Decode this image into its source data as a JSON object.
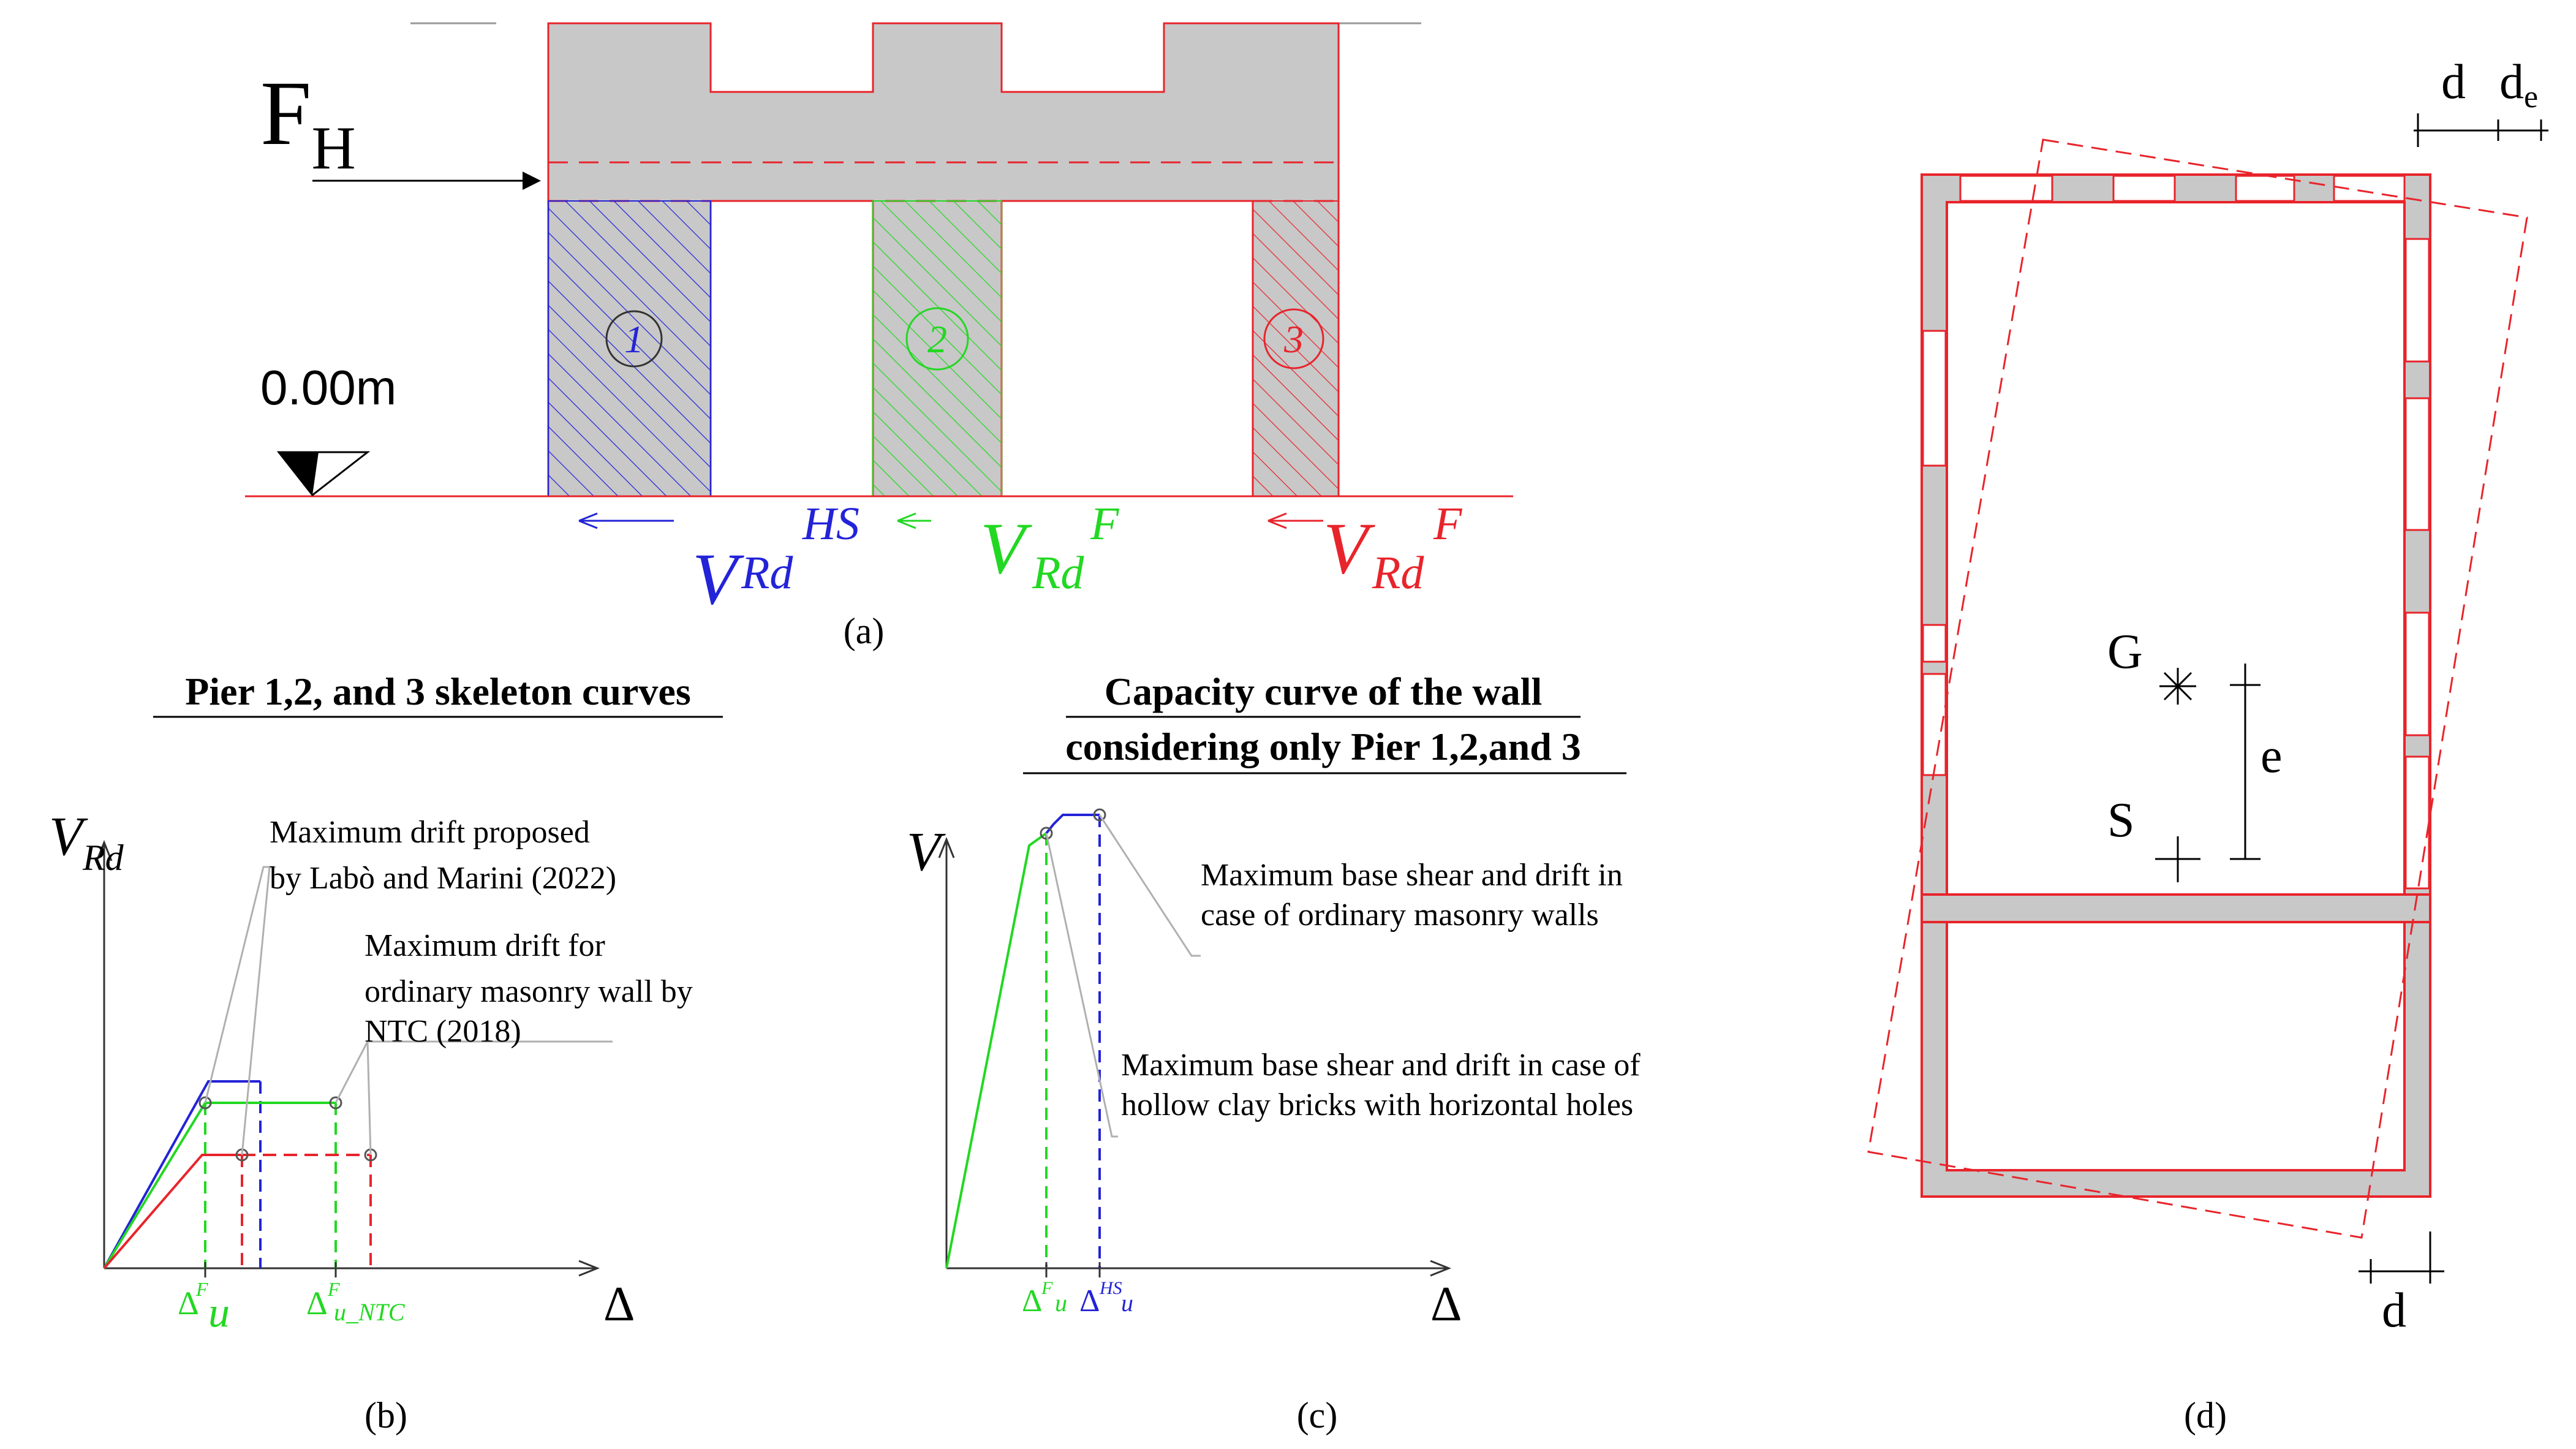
{
  "colors": {
    "wall_fill": "#c8c8c8",
    "red": "#e8242b",
    "blue": "#2323d8",
    "green": "#22d822",
    "gray_line": "#b0b0b0",
    "black": "#000000"
  },
  "panel_a": {
    "force_label_main": "F",
    "force_label_sub": "H",
    "level_label": "0.00m",
    "pier_numbers": [
      "1",
      "2",
      "3"
    ],
    "shear_labels": [
      {
        "main": "V",
        "sub": "Rd",
        "sup": "HS"
      },
      {
        "main": "V",
        "sub": "Rd",
        "sup": "F"
      },
      {
        "main": "V",
        "sub": "Rd",
        "sup": "F"
      }
    ],
    "caption": "(a)"
  },
  "panel_b": {
    "title": "Pier 1,2, and 3 skeleton curves",
    "y_axis_main": "V",
    "y_axis_sub": "Rd",
    "x_axis": "Δ",
    "annotation_1": [
      "Maximum drift proposed",
      "by Labò and Marini (2022)"
    ],
    "annotation_2": [
      "Maximum drift for",
      "ordinary masonry wall by",
      "NTC (2018)"
    ],
    "tick_1_main": "Δ",
    "tick_1_sup": "F",
    "tick_1_sub": "u",
    "tick_2_main": "Δ",
    "tick_2_sup": "F",
    "tick_2_sub": "u_NTC",
    "caption": "(b)"
  },
  "panel_c": {
    "title_line1": "Capacity curve of the wall",
    "title_line2": "considering only Pier 1,2,and 3",
    "y_axis": "V",
    "x_axis": "Δ",
    "annotation_1": [
      "Maximum base shear and drift in",
      "case of ordinary masonry walls"
    ],
    "annotation_2": [
      "Maximum base shear and drift in case of",
      "hollow clay bricks with horizontal holes"
    ],
    "tick_1_main": "Δ",
    "tick_1_sup": "F",
    "tick_1_sub": "u",
    "tick_2_main": "Δ",
    "tick_2_sup": "HS",
    "tick_2_sub": "u",
    "caption": "(c)"
  },
  "panel_d": {
    "label_d_top": "d",
    "label_de_main": "d",
    "label_de_sub": "e",
    "label_G": "G",
    "label_S": "S",
    "label_e": "e",
    "label_d_bottom": "d",
    "caption": "(d)"
  }
}
